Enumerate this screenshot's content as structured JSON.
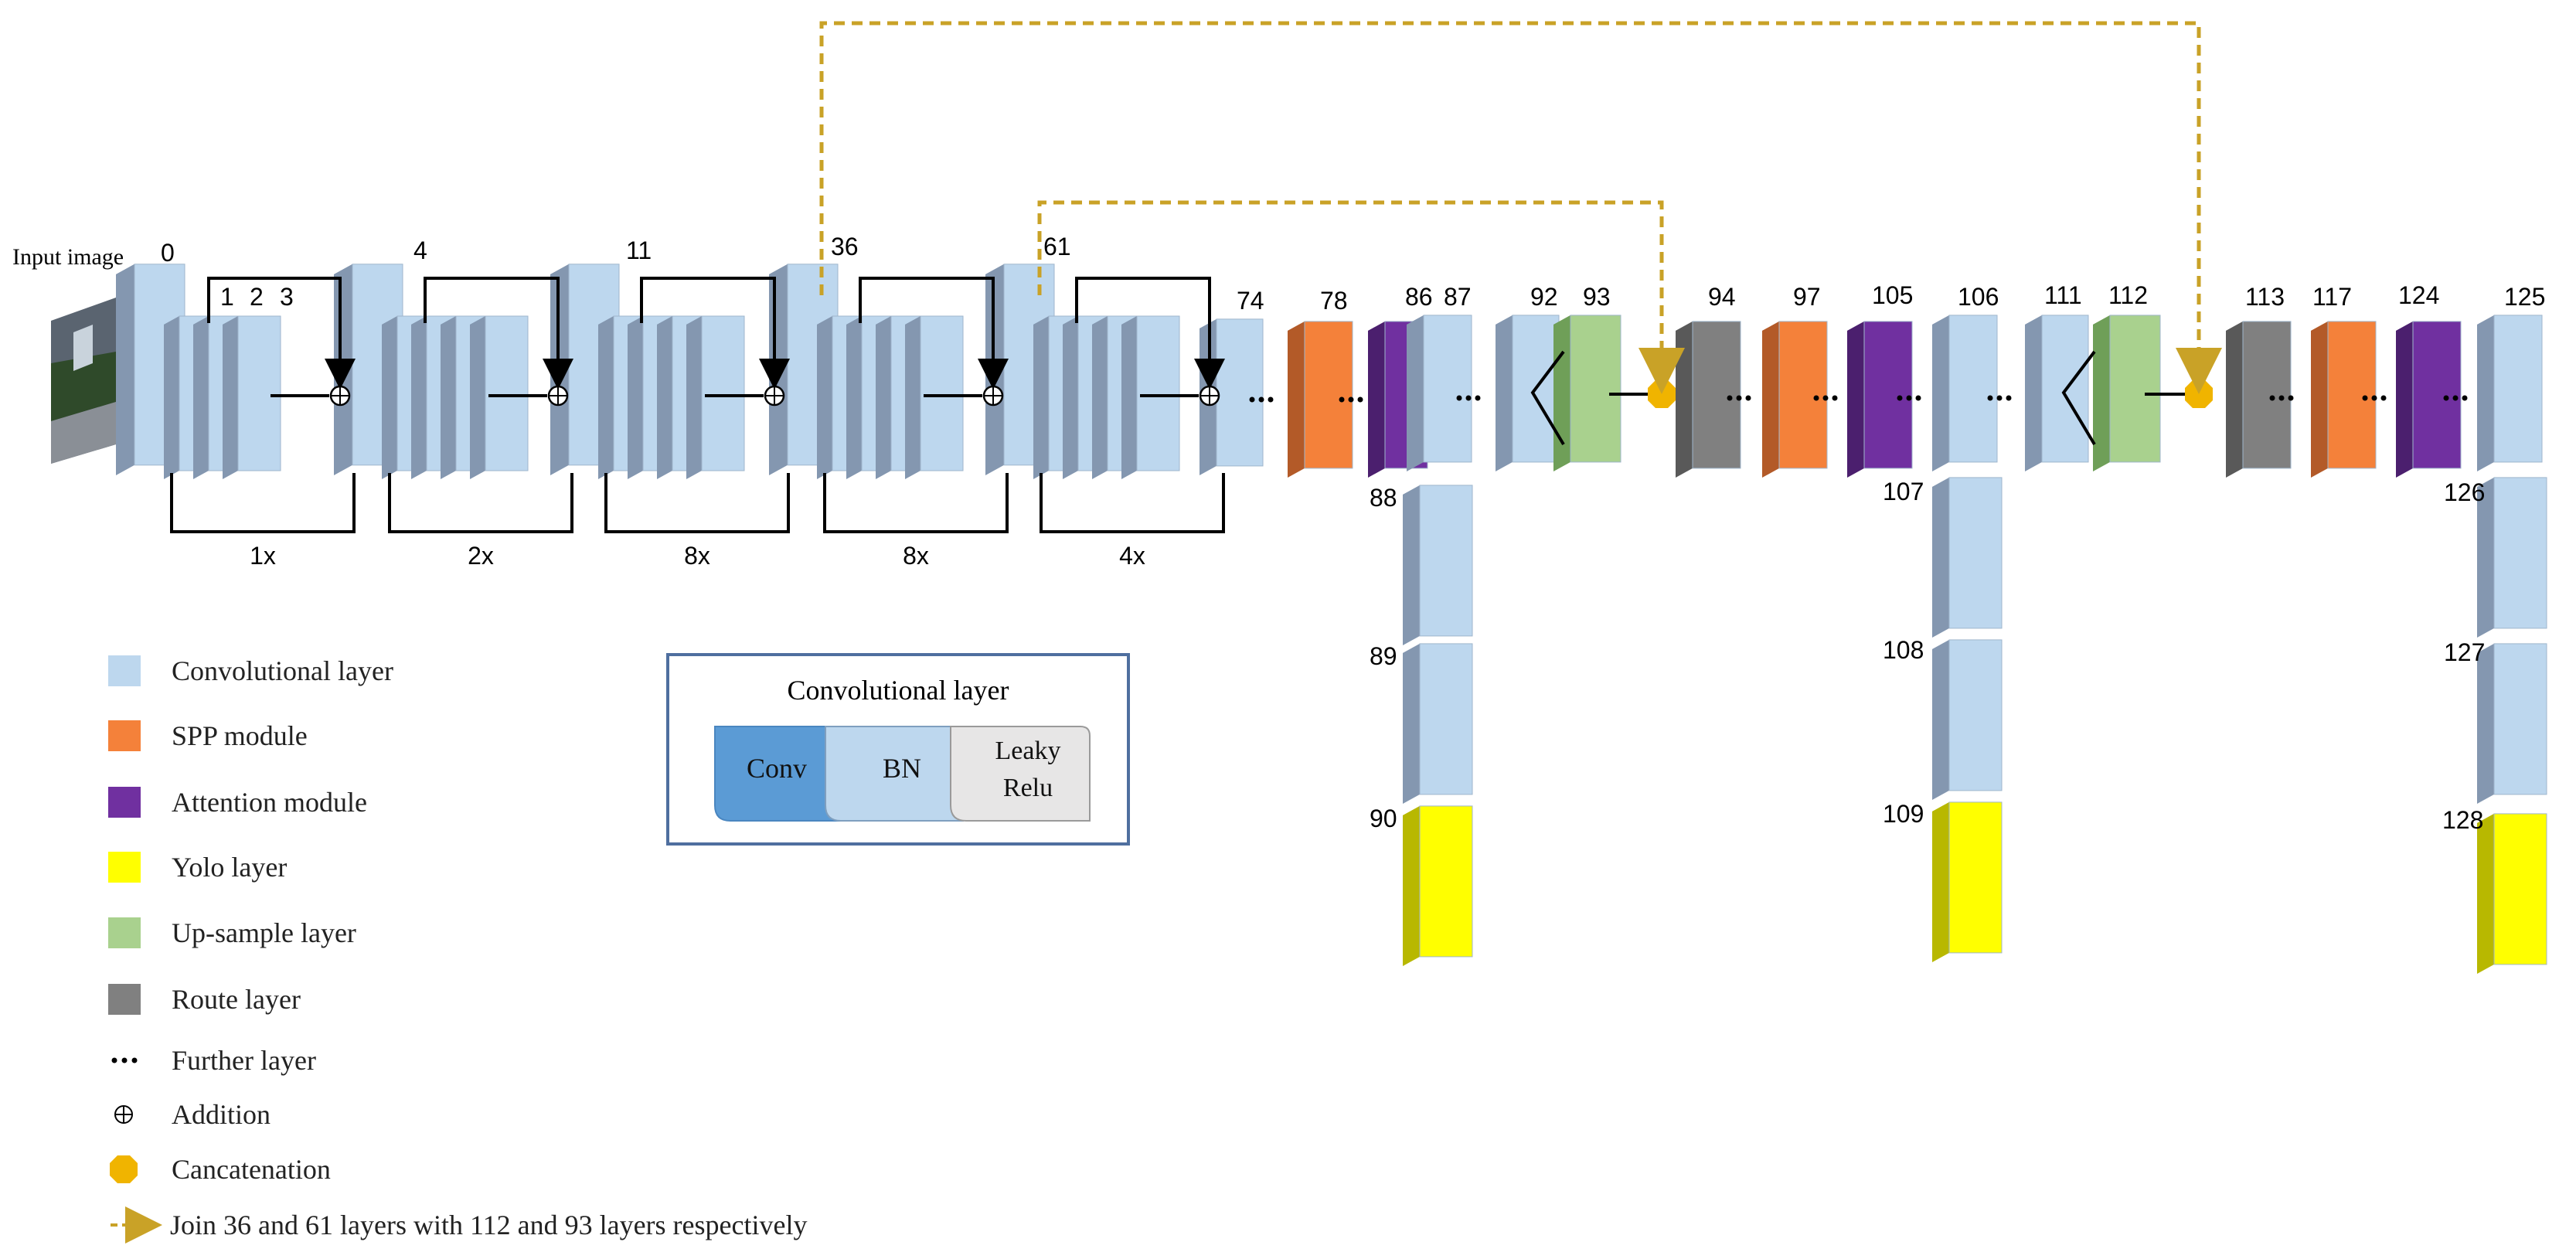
{
  "input_label": "Input image",
  "colors": {
    "conv": "#bdd7ee",
    "conv_side": "#8497b0",
    "spp": "#f4813a",
    "spp_side": "#b35a28",
    "attention": "#7030a0",
    "attention_side": "#4b1f6e",
    "yolo": "#ffff00",
    "yolo_side": "#b8b800",
    "upsample": "#a9d18e",
    "upsample_side": "#6f9f58",
    "route": "#808080",
    "route_side": "#595959",
    "concat": "#f0b400",
    "join_line": "#c9a227",
    "conv_block_conv": "#5b9bd5",
    "conv_block_bn": "#bdd7ee",
    "conv_block_relu": "#e7e6e6"
  },
  "layer_labels": {
    "l0": "0",
    "l1": "1",
    "l2": "2",
    "l3": "3",
    "l4": "4",
    "l11": "11",
    "l36": "36",
    "l61": "61",
    "l74": "74",
    "l78": "78",
    "l86": "86",
    "l87": "87",
    "l88": "88",
    "l89": "89",
    "l90": "90",
    "l92": "92",
    "l93": "93",
    "l94": "94",
    "l97": "97",
    "l105": "105",
    "l106": "106",
    "l107": "107",
    "l108": "108",
    "l109": "109",
    "l111": "111",
    "l112": "112",
    "l113": "113",
    "l117": "117",
    "l124": "124",
    "l125": "125",
    "l126": "126",
    "l127": "127",
    "l128": "128"
  },
  "repeats": [
    "1x",
    "2x",
    "8x",
    "8x",
    "4x"
  ],
  "legend": {
    "conv": "Convolutional layer",
    "spp": "SPP module",
    "attention": "Attention module",
    "yolo": "Yolo layer",
    "upsample": "Up-sample layer",
    "route": "Route layer",
    "further": "Further layer",
    "addition": "Addition",
    "concat": "Cancatenation",
    "join": "Join 36 and 61 layers with 112 and 93 layers respectively"
  },
  "conv_block": {
    "title": "Convolutional layer",
    "conv": "Conv",
    "bn": "BN",
    "relu_line1": "Leaky",
    "relu_line2": "Relu"
  }
}
